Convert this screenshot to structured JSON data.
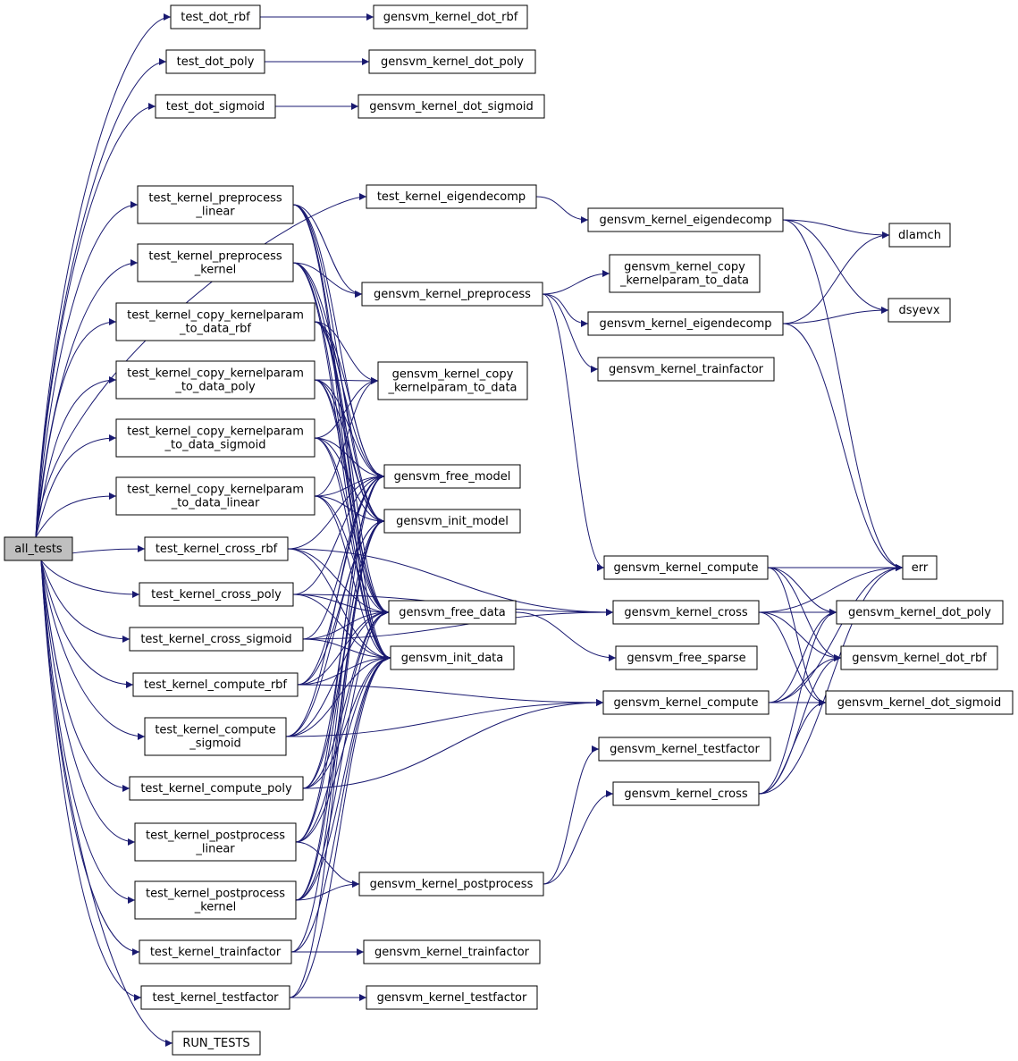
{
  "colors": {
    "edge": "#191970",
    "root_fill": "#bfbfbf",
    "node_fill": "#ffffff",
    "node_border": "#000000"
  },
  "nodes": [
    {
      "id": "all_tests",
      "lines": [
        "all_tests"
      ],
      "root": true
    },
    {
      "id": "test_dot_rbf",
      "lines": [
        "test_dot_rbf"
      ]
    },
    {
      "id": "kdot_rbf_1",
      "lines": [
        "gensvm_kernel_dot_rbf"
      ]
    },
    {
      "id": "test_dot_poly",
      "lines": [
        "test_dot_poly"
      ]
    },
    {
      "id": "kdot_poly_1",
      "lines": [
        "gensvm_kernel_dot_poly"
      ]
    },
    {
      "id": "test_dot_sigmoid",
      "lines": [
        "test_dot_sigmoid"
      ]
    },
    {
      "id": "kdot_sig_1",
      "lines": [
        "gensvm_kernel_dot_sigmoid"
      ]
    },
    {
      "id": "t_eig",
      "lines": [
        "test_kernel_eigendecomp"
      ]
    },
    {
      "id": "t_pre_lin",
      "lines": [
        "test_kernel_preprocess",
        "_linear"
      ]
    },
    {
      "id": "t_pre_ker",
      "lines": [
        "test_kernel_preprocess",
        "_kernel"
      ]
    },
    {
      "id": "t_copy_rbf",
      "lines": [
        "test_kernel_copy_kernelparam",
        "_to_data_rbf"
      ]
    },
    {
      "id": "t_copy_poly",
      "lines": [
        "test_kernel_copy_kernelparam",
        "_to_data_poly"
      ]
    },
    {
      "id": "t_copy_sig",
      "lines": [
        "test_kernel_copy_kernelparam",
        "_to_data_sigmoid"
      ]
    },
    {
      "id": "t_copy_lin",
      "lines": [
        "test_kernel_copy_kernelparam",
        "_to_data_linear"
      ]
    },
    {
      "id": "t_cross_rbf",
      "lines": [
        "test_kernel_cross_rbf"
      ]
    },
    {
      "id": "t_cross_poly",
      "lines": [
        "test_kernel_cross_poly"
      ]
    },
    {
      "id": "t_cross_sig",
      "lines": [
        "test_kernel_cross_sigmoid"
      ]
    },
    {
      "id": "t_comp_rbf",
      "lines": [
        "test_kernel_compute_rbf"
      ]
    },
    {
      "id": "t_comp_sig",
      "lines": [
        "test_kernel_compute",
        "_sigmoid"
      ]
    },
    {
      "id": "t_comp_poly",
      "lines": [
        "test_kernel_compute_poly"
      ]
    },
    {
      "id": "t_post_lin",
      "lines": [
        "test_kernel_postprocess",
        "_linear"
      ]
    },
    {
      "id": "t_post_ker",
      "lines": [
        "test_kernel_postprocess",
        "_kernel"
      ]
    },
    {
      "id": "t_trainf",
      "lines": [
        "test_kernel_trainfactor"
      ]
    },
    {
      "id": "t_testf",
      "lines": [
        "test_kernel_testfactor"
      ]
    },
    {
      "id": "run_tests",
      "lines": [
        "RUN_TESTS"
      ]
    },
    {
      "id": "g_eig_1",
      "lines": [
        "gensvm_kernel_eigendecomp"
      ]
    },
    {
      "id": "g_pre",
      "lines": [
        "gensvm_kernel_preprocess"
      ]
    },
    {
      "id": "g_copy_1",
      "lines": [
        "gensvm_kernel_copy",
        "_kernelparam_to_data"
      ]
    },
    {
      "id": "g_copy_2",
      "lines": [
        "gensvm_kernel_copy",
        "_kernelparam_to_data"
      ]
    },
    {
      "id": "g_eig_2",
      "lines": [
        "gensvm_kernel_eigendecomp"
      ]
    },
    {
      "id": "g_trainf_1",
      "lines": [
        "gensvm_kernel_trainfactor"
      ]
    },
    {
      "id": "g_free_model",
      "lines": [
        "gensvm_free_model"
      ]
    },
    {
      "id": "g_init_model",
      "lines": [
        "gensvm_init_model"
      ]
    },
    {
      "id": "g_free_data",
      "lines": [
        "gensvm_free_data"
      ]
    },
    {
      "id": "g_init_data",
      "lines": [
        "gensvm_init_data"
      ]
    },
    {
      "id": "g_comp_1",
      "lines": [
        "gensvm_kernel_compute"
      ]
    },
    {
      "id": "g_cross_1",
      "lines": [
        "gensvm_kernel_cross"
      ]
    },
    {
      "id": "g_free_sparse",
      "lines": [
        "gensvm_free_sparse"
      ]
    },
    {
      "id": "g_comp_2",
      "lines": [
        "gensvm_kernel_compute"
      ]
    },
    {
      "id": "g_testf_1",
      "lines": [
        "gensvm_kernel_testfactor"
      ]
    },
    {
      "id": "g_cross_2",
      "lines": [
        "gensvm_kernel_cross"
      ]
    },
    {
      "id": "g_post",
      "lines": [
        "gensvm_kernel_postprocess"
      ]
    },
    {
      "id": "g_trainf_2",
      "lines": [
        "gensvm_kernel_trainfactor"
      ]
    },
    {
      "id": "g_testf_2",
      "lines": [
        "gensvm_kernel_testfactor"
      ]
    },
    {
      "id": "dlamch",
      "lines": [
        "dlamch"
      ]
    },
    {
      "id": "dsyevx",
      "lines": [
        "dsyevx"
      ]
    },
    {
      "id": "err",
      "lines": [
        "err"
      ]
    },
    {
      "id": "kdot_poly_2",
      "lines": [
        "gensvm_kernel_dot_poly"
      ]
    },
    {
      "id": "kdot_rbf_2",
      "lines": [
        "gensvm_kernel_dot_rbf"
      ]
    },
    {
      "id": "kdot_sig_2",
      "lines": [
        "gensvm_kernel_dot_sigmoid"
      ]
    }
  ],
  "edges": [
    [
      "all_tests",
      "test_dot_rbf"
    ],
    [
      "all_tests",
      "test_dot_poly"
    ],
    [
      "all_tests",
      "test_dot_sigmoid"
    ],
    [
      "all_tests",
      "t_eig"
    ],
    [
      "all_tests",
      "t_pre_lin"
    ],
    [
      "all_tests",
      "t_pre_ker"
    ],
    [
      "all_tests",
      "t_copy_rbf"
    ],
    [
      "all_tests",
      "t_copy_poly"
    ],
    [
      "all_tests",
      "t_copy_sig"
    ],
    [
      "all_tests",
      "t_copy_lin"
    ],
    [
      "all_tests",
      "t_cross_rbf"
    ],
    [
      "all_tests",
      "t_cross_poly"
    ],
    [
      "all_tests",
      "t_cross_sig"
    ],
    [
      "all_tests",
      "t_comp_rbf"
    ],
    [
      "all_tests",
      "t_comp_sig"
    ],
    [
      "all_tests",
      "t_comp_poly"
    ],
    [
      "all_tests",
      "t_post_lin"
    ],
    [
      "all_tests",
      "t_post_ker"
    ],
    [
      "all_tests",
      "t_trainf"
    ],
    [
      "all_tests",
      "t_testf"
    ],
    [
      "all_tests",
      "run_tests"
    ],
    [
      "test_dot_rbf",
      "kdot_rbf_1"
    ],
    [
      "test_dot_poly",
      "kdot_poly_1"
    ],
    [
      "test_dot_sigmoid",
      "kdot_sig_1"
    ],
    [
      "t_eig",
      "g_eig_1"
    ],
    [
      "g_eig_1",
      "dlamch"
    ],
    [
      "g_eig_1",
      "dsyevx"
    ],
    [
      "g_eig_1",
      "err"
    ],
    [
      "t_pre_lin",
      "g_pre"
    ],
    [
      "t_pre_lin",
      "g_free_model"
    ],
    [
      "t_pre_lin",
      "g_init_model"
    ],
    [
      "t_pre_lin",
      "g_free_data"
    ],
    [
      "t_pre_lin",
      "g_init_data"
    ],
    [
      "t_pre_ker",
      "g_pre"
    ],
    [
      "t_pre_ker",
      "g_free_model"
    ],
    [
      "t_pre_ker",
      "g_init_model"
    ],
    [
      "t_pre_ker",
      "g_free_data"
    ],
    [
      "t_pre_ker",
      "g_init_data"
    ],
    [
      "g_pre",
      "g_copy_1"
    ],
    [
      "g_pre",
      "g_eig_2"
    ],
    [
      "g_pre",
      "g_trainf_1"
    ],
    [
      "g_pre",
      "g_comp_1"
    ],
    [
      "g_eig_2",
      "dlamch"
    ],
    [
      "g_eig_2",
      "dsyevx"
    ],
    [
      "g_eig_2",
      "err"
    ],
    [
      "t_copy_rbf",
      "g_copy_2"
    ],
    [
      "t_copy_rbf",
      "g_free_model"
    ],
    [
      "t_copy_rbf",
      "g_init_model"
    ],
    [
      "t_copy_rbf",
      "g_free_data"
    ],
    [
      "t_copy_rbf",
      "g_init_data"
    ],
    [
      "t_copy_poly",
      "g_copy_2"
    ],
    [
      "t_copy_poly",
      "g_free_model"
    ],
    [
      "t_copy_poly",
      "g_init_model"
    ],
    [
      "t_copy_poly",
      "g_free_data"
    ],
    [
      "t_copy_poly",
      "g_init_data"
    ],
    [
      "t_copy_sig",
      "g_copy_2"
    ],
    [
      "t_copy_sig",
      "g_free_model"
    ],
    [
      "t_copy_sig",
      "g_init_model"
    ],
    [
      "t_copy_sig",
      "g_free_data"
    ],
    [
      "t_copy_sig",
      "g_init_data"
    ],
    [
      "t_copy_lin",
      "g_copy_2"
    ],
    [
      "t_copy_lin",
      "g_free_model"
    ],
    [
      "t_copy_lin",
      "g_init_model"
    ],
    [
      "t_copy_lin",
      "g_free_data"
    ],
    [
      "t_copy_lin",
      "g_init_data"
    ],
    [
      "t_cross_rbf",
      "g_cross_1"
    ],
    [
      "t_cross_rbf",
      "g_free_model"
    ],
    [
      "t_cross_rbf",
      "g_free_data"
    ],
    [
      "t_cross_rbf",
      "g_init_data"
    ],
    [
      "t_cross_poly",
      "g_cross_1"
    ],
    [
      "t_cross_poly",
      "g_free_model"
    ],
    [
      "t_cross_poly",
      "g_free_data"
    ],
    [
      "t_cross_poly",
      "g_init_data"
    ],
    [
      "t_cross_sig",
      "g_cross_1"
    ],
    [
      "t_cross_sig",
      "g_free_model"
    ],
    [
      "t_cross_sig",
      "g_free_data"
    ],
    [
      "t_cross_sig",
      "g_init_data"
    ],
    [
      "t_comp_rbf",
      "g_comp_2"
    ],
    [
      "t_comp_rbf",
      "g_free_model"
    ],
    [
      "t_comp_rbf",
      "g_init_model"
    ],
    [
      "t_comp_rbf",
      "g_free_data"
    ],
    [
      "t_comp_rbf",
      "g_init_data"
    ],
    [
      "t_comp_sig",
      "g_comp_2"
    ],
    [
      "t_comp_sig",
      "g_free_model"
    ],
    [
      "t_comp_sig",
      "g_init_model"
    ],
    [
      "t_comp_sig",
      "g_free_data"
    ],
    [
      "t_comp_sig",
      "g_init_data"
    ],
    [
      "t_comp_poly",
      "g_comp_2"
    ],
    [
      "t_comp_poly",
      "g_free_model"
    ],
    [
      "t_comp_poly",
      "g_init_model"
    ],
    [
      "t_comp_poly",
      "g_free_data"
    ],
    [
      "t_comp_poly",
      "g_init_data"
    ],
    [
      "t_post_lin",
      "g_post"
    ],
    [
      "t_post_lin",
      "g_free_model"
    ],
    [
      "t_post_lin",
      "g_init_model"
    ],
    [
      "t_post_lin",
      "g_free_data"
    ],
    [
      "t_post_lin",
      "g_init_data"
    ],
    [
      "t_post_ker",
      "g_post"
    ],
    [
      "t_post_ker",
      "g_free_model"
    ],
    [
      "t_post_ker",
      "g_init_model"
    ],
    [
      "t_post_ker",
      "g_free_data"
    ],
    [
      "t_post_ker",
      "g_init_data"
    ],
    [
      "t_trainf",
      "g_trainf_2"
    ],
    [
      "t_trainf",
      "g_init_model"
    ],
    [
      "t_trainf",
      "g_init_data"
    ],
    [
      "t_testf",
      "g_testf_2"
    ],
    [
      "t_testf",
      "g_init_model"
    ],
    [
      "t_testf",
      "g_init_data"
    ],
    [
      "g_free_data",
      "g_free_sparse"
    ],
    [
      "g_comp_1",
      "err"
    ],
    [
      "g_comp_1",
      "kdot_poly_2"
    ],
    [
      "g_comp_1",
      "kdot_rbf_2"
    ],
    [
      "g_comp_1",
      "kdot_sig_2"
    ],
    [
      "g_cross_1",
      "err"
    ],
    [
      "g_cross_1",
      "kdot_poly_2"
    ],
    [
      "g_cross_1",
      "kdot_rbf_2"
    ],
    [
      "g_cross_1",
      "kdot_sig_2"
    ],
    [
      "g_comp_2",
      "err"
    ],
    [
      "g_comp_2",
      "kdot_poly_2"
    ],
    [
      "g_comp_2",
      "kdot_rbf_2"
    ],
    [
      "g_comp_2",
      "kdot_sig_2"
    ],
    [
      "g_cross_2",
      "err"
    ],
    [
      "g_cross_2",
      "kdot_poly_2"
    ],
    [
      "g_cross_2",
      "kdot_rbf_2"
    ],
    [
      "g_cross_2",
      "kdot_sig_2"
    ],
    [
      "g_post",
      "g_testf_1"
    ],
    [
      "g_post",
      "g_cross_2"
    ]
  ]
}
